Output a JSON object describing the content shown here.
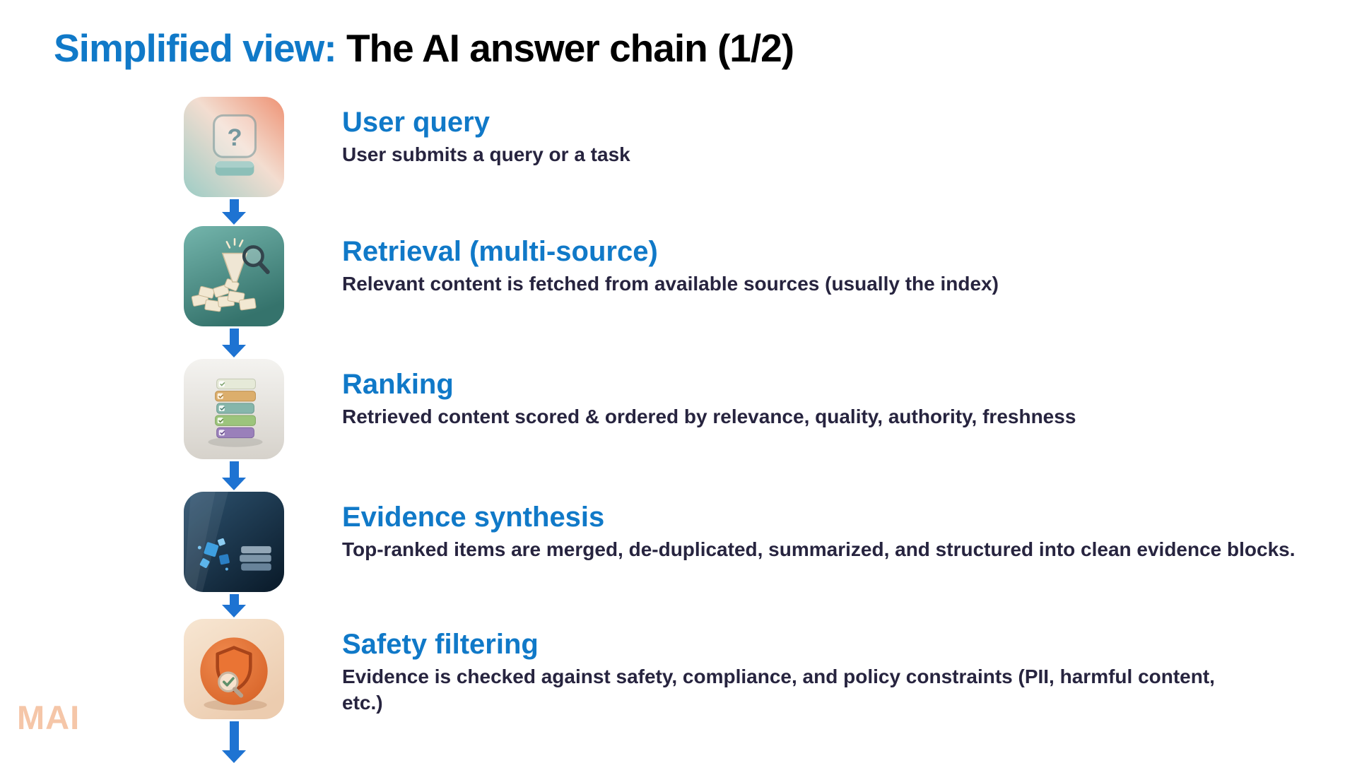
{
  "slide": {
    "title_highlight": "Simplified view: ",
    "title_rest": "The AI answer chain (1/2)",
    "watermark": "MAI"
  },
  "colors": {
    "accent_blue": "#1079c8",
    "arrow_blue": "#1e73d2",
    "body_text": "#27243f",
    "watermark": "#f5c6a8"
  },
  "steps": [
    {
      "title": "User query",
      "description": "User submits a query or a task",
      "icon": "question-mark-key-icon"
    },
    {
      "title": "Retrieval (multi-source)",
      "description": "Relevant content is fetched from available sources (usually the index)",
      "icon": "paper-pile-magnifier-icon"
    },
    {
      "title": "Ranking",
      "description": "Retrieved content scored & ordered by relevance, quality, authority, freshness",
      "icon": "ranked-list-stack-icon"
    },
    {
      "title": "Evidence synthesis",
      "description": "Top-ranked items are merged, de-duplicated, summarized, and structured into clean evidence blocks.",
      "icon": "cubes-and-slabs-icon"
    },
    {
      "title": "Safety filtering",
      "description": "Evidence is checked against safety, compliance, and policy constraints (PII, harmful content, etc.)",
      "icon": "shield-magnifier-icon"
    }
  ]
}
